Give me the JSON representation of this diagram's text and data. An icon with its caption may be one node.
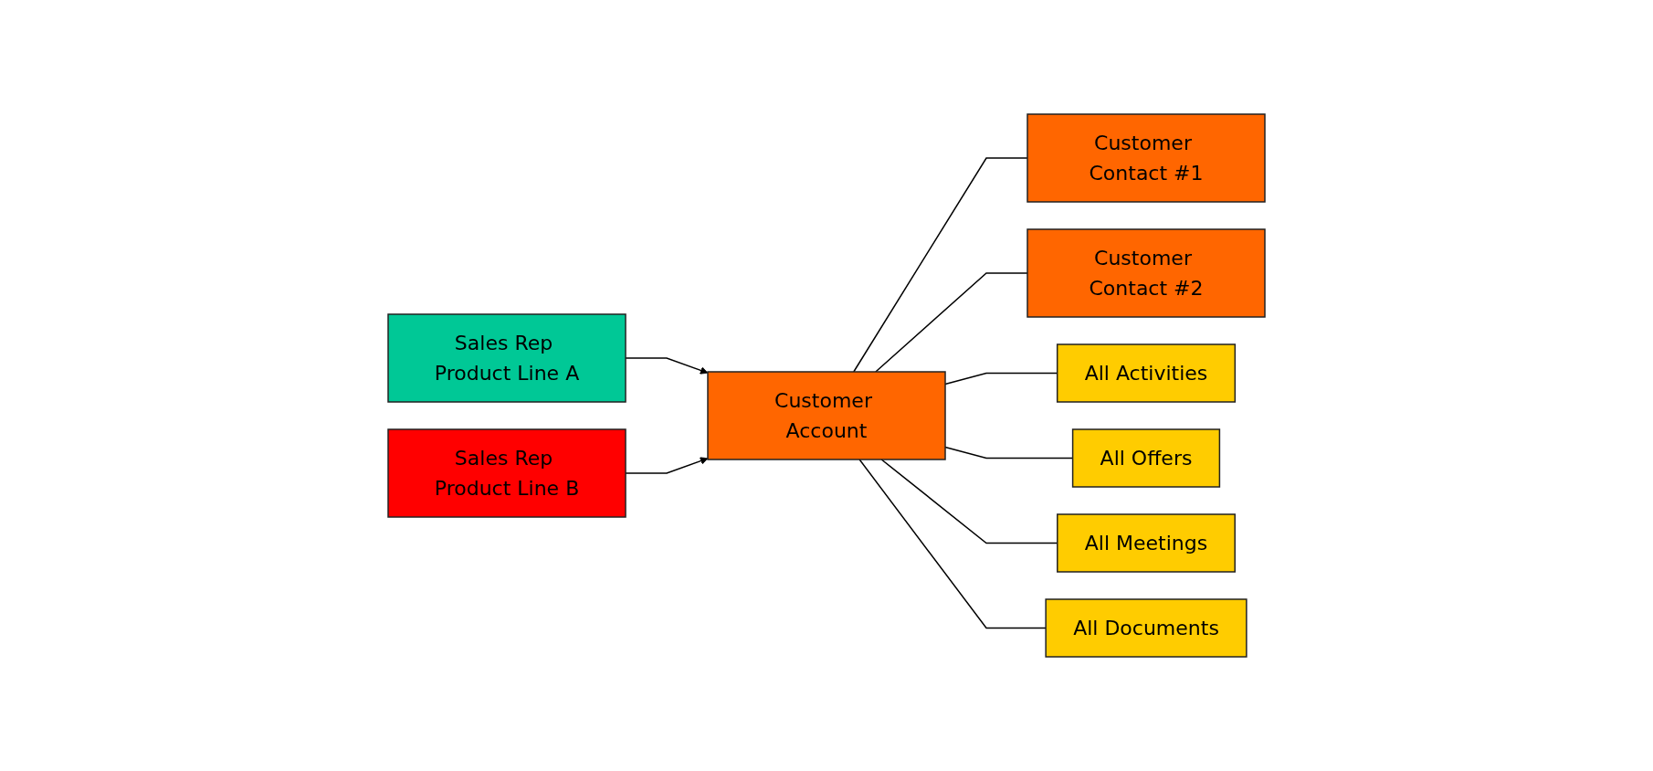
{
  "diagram": {
    "nodes": [
      {
        "text": [
          "Sales Rep Product Line A"
        ]
      },
      {
        "text": [
          "Sales Rep Product Line B"
        ]
      },
      {
        "text": [
          "Customer Account"
        ]
      },
      {
        "text": [
          "Customer Contact #1"
        ]
      },
      {
        "text": [
          "Customer Contact #2"
        ]
      },
      {
        "text": [
          "All Activities"
        ]
      },
      {
        "text": [
          "All Offers"
        ]
      },
      {
        "text": [
          "All Meetings"
        ]
      },
      {
        "text": [
          "All Documents"
        ]
      }
    ],
    "edges": [
      {
        "from": 0,
        "to": 2,
        "arrow": "to"
      },
      {
        "from": 1,
        "to": 2,
        "arrow": "to"
      },
      {
        "from": 2,
        "to": 3,
        "arrow": "none"
      },
      {
        "from": 2,
        "to": 4,
        "arrow": "none"
      },
      {
        "from": 2,
        "to": 5,
        "arrow": "none"
      },
      {
        "from": 2,
        "to": 6,
        "arrow": "none"
      },
      {
        "from": 2,
        "to": 7,
        "arrow": "none"
      },
      {
        "from": 2,
        "to": 8,
        "arrow": "none"
      }
    ]
  }
}
